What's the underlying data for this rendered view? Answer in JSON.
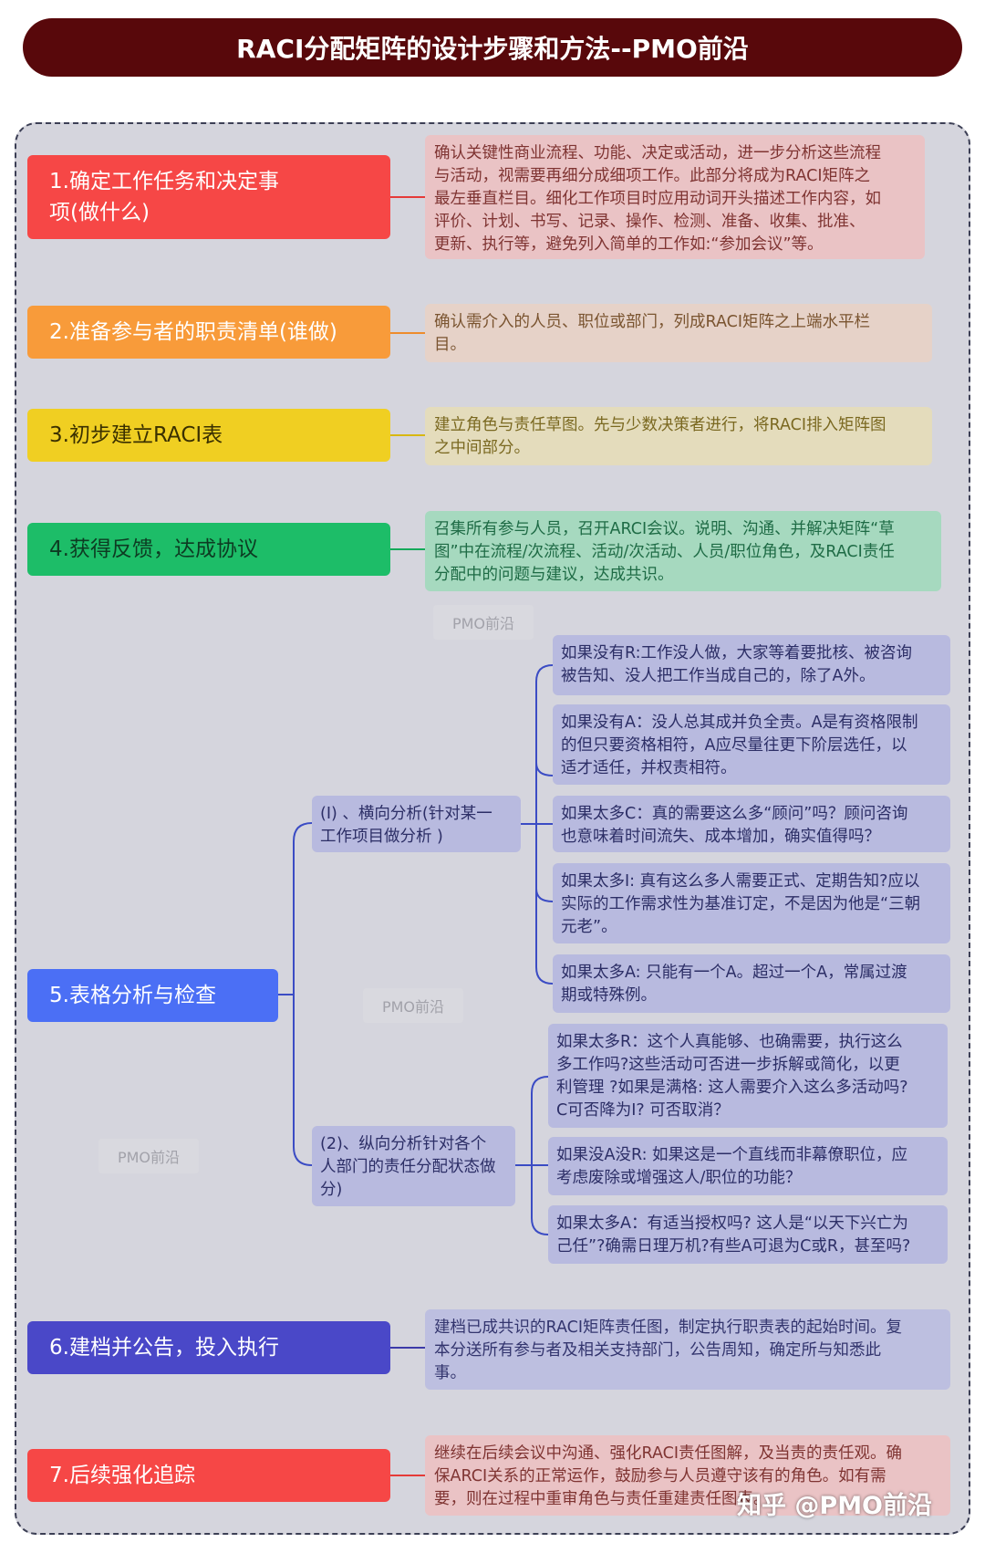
{
  "header": {
    "title": "RACI分配矩阵的设计步骤和方法--PMO前沿"
  },
  "steps": [
    {
      "label": "1.确定工作任务和决定事\n项(做什么)",
      "color": "#f64746",
      "desc_bg": "#eac3c5",
      "desc_color": "#7f3432",
      "desc": "确认关键性商业流程、功能、决定或活动，进一步分析这些流程\n与活动，视需要再细分成细项工作。此部分将成为RACI矩阵之\n最左垂直栏目。细化工作项目时应用动词开头描述工作内容，如\n评价、计划、书写、记录、操作、检测、准备、收集、批准、\n更新、执行等，避免列入简单的工作如:“参加会议”等。"
    },
    {
      "label": "2.准备参与者的职责清单(谁做)",
      "color": "#f89b3a",
      "desc_bg": "#e6d2c8",
      "desc_color": "#7a5430",
      "desc": "确认需介入的人员、职位或部门，列成RACI矩阵之上端水平栏\n目。"
    },
    {
      "label": "3.初步建立RACI表",
      "color": "#f0cf22",
      "desc_bg": "#e4dcbc",
      "desc_color": "#7a6820",
      "label_color": "#3a3000",
      "desc": "建立角色与责任草图。先与少数决策者进行，将RACI排入矩阵图\n之中间部分。"
    },
    {
      "label": "4.获得反馈，达成协议",
      "color": "#1dbd68",
      "desc_bg": "#a6d9bf",
      "desc_color": "#1e6b45",
      "label_color": "#0d3b22",
      "desc": "召集所有参与人员，召开ARCI会议。说明、沟通、并解决矩阵“草\n图”中在流程/次流程、活动/次活动、人员/职位角色，及RACI责任\n分配中的问题与建议，达成共识。"
    },
    {
      "label": "5.表格分析与检查",
      "color": "#4b6ff5"
    },
    {
      "label": "6.建档并公告，投入执行",
      "color": "#4a48c8",
      "desc_bg": "#bdbfe0",
      "desc_color": "#33356e",
      "desc": "建档已成共识的RACI矩阵责任图，制定执行职责表的起始时间。复\n本分送所有参与者及相关支持部门，公告周知，确定所与知悉此\n事。"
    },
    {
      "label": "7.后续强化追踪",
      "color": "#f64746",
      "desc_bg": "#eac3c5",
      "desc_color": "#7f3432",
      "desc": "继续在后续会议中沟通、强化RACI责任图解，及当责的责任观。确\n保ARCI关系的正常运作，鼓励参与人员遵守该有的角色。如有需\n要，则在过程中重审角色与责任重建责任图表。"
    }
  ],
  "analysis": {
    "horizontal": {
      "label": "(I) 、横向分析(针对某一\n工作项目做分析 )",
      "items": [
        "如果没有R:工作没人做，大家等着要批核、被咨询\n被告知、没人把工作当成自己的，除了A外。",
        "如果没有A：没人总其成并负全责。A是有资格限制\n的但只要资格相符，A应尽量往更下阶层选任，以\n适才适任，并权责相符。",
        "如果太多C：真的需要这么多“顾问”吗？顾问咨询\n也意味着时间流失、成本增加，确实值得吗？",
        "如果太多I: 真有这么多人需要正式、定期告知?应以\n实际的工作需求性为基准订定，不是因为他是“三朝\n元老”。",
        "如果太多A: 只能有一个A。超过一个A，常属过渡\n期或特殊例。"
      ]
    },
    "vertical": {
      "label": "(2)、纵向分析针对各个\n人部门的责任分配状态做\n分)",
      "items": [
        "如果太多R：这个人真能够、也确需要，执行这么\n多工作吗?这些活动可否进一步拆解或简化，以更\n利管理 ?如果是满格: 这人需要介入这么多活动吗?\nC可否降为I? 可否取消？",
        "如果没A没R: 如果这是一个直线而非幕僚职位，应\n考虑废除或增强这人/职位的功能？",
        "如果太多A：有适当授权吗? 这人是“以天下兴亡为\n己任”?确需日理万机?有些A可退为C或R，甚至吗?"
      ]
    }
  },
  "watermarks": [
    "PMO前沿",
    "PMO前沿",
    "PMO前沿"
  ],
  "brand": {
    "text": "知乎 @PMO前沿"
  },
  "colors": {
    "title_bg": "#58080b",
    "frame_bg": "#d5d5dd",
    "sub_bg": "#b8badf",
    "connector_blue": "#3b4cc4"
  }
}
